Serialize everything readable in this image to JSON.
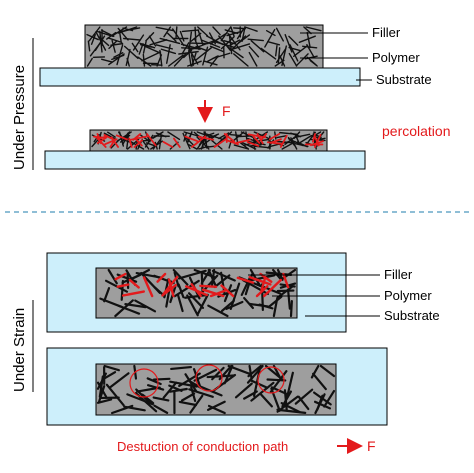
{
  "colors": {
    "substrate": "#cdeffb",
    "composite": "#9e9e9e",
    "filler": "#111111",
    "path": "#e31a1c",
    "divider": "#6aa8c9"
  },
  "pressure": {
    "section_label": "Under Pressure",
    "labels": {
      "filler": "Filler",
      "polymer": "Polymer",
      "substrate": "Substrate"
    },
    "force_label": "F",
    "percolation_label": "percolation"
  },
  "strain": {
    "section_label": "Under Strain",
    "labels": {
      "filler": "Filler",
      "polymer": "Polymer",
      "substrate": "Substrate"
    },
    "caption": "Destuction of conduction path",
    "force_label": "F"
  }
}
